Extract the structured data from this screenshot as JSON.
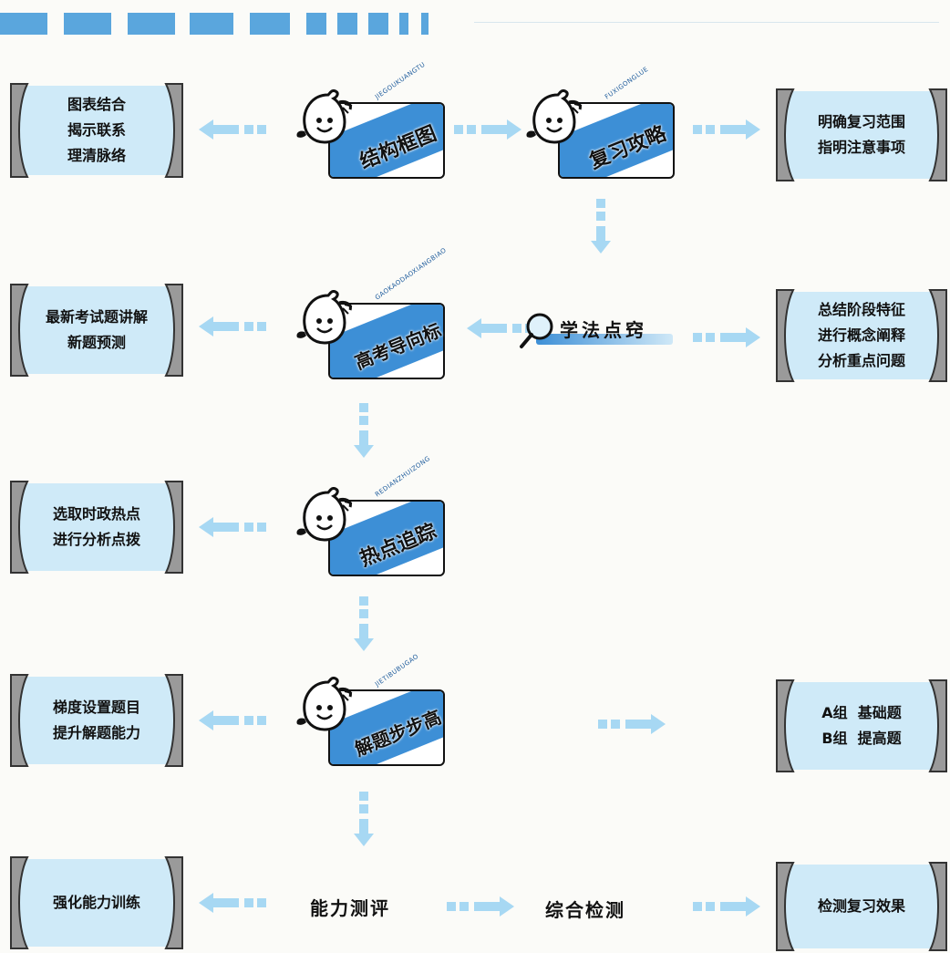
{
  "colors": {
    "box_fill": "#cfeaf8",
    "arrow": "#a7d8f3",
    "accent_blue": "#3d8fd6",
    "bracket": "#9a9a9a"
  },
  "cards": {
    "structure": {
      "pinyin": "JIEGOUKUANGTU",
      "title": "结构框图"
    },
    "strategy": {
      "pinyin": "FUXIGONGLUE",
      "title": "复习攻略"
    },
    "gaokao": {
      "pinyin": "GAOKAODAOXIANGBIAO",
      "title": "高考导向标"
    },
    "hotspot": {
      "pinyin": "REDIANZHUIZONG",
      "title": "热点追踪"
    },
    "step": {
      "pinyin": "JIETIBUBUGAO",
      "title": "解题步步高"
    }
  },
  "boxes": {
    "chart": [
      "图表结合",
      "揭示联系",
      "理清脉络"
    ],
    "scope": [
      "明确复习范围",
      "指明注意事项"
    ],
    "latest": [
      "最新考试题讲解",
      "新题预测"
    ],
    "summary": [
      "总结阶段特征",
      "进行概念阐释",
      "分析重点问题"
    ],
    "politics": [
      "选取时政热点",
      "进行分析点拨"
    ],
    "gradient": [
      "梯度设置题目",
      "提升解题能力"
    ],
    "groups": [
      "A组  基础题",
      "B组  提高题"
    ],
    "training": [
      "强化能力训练"
    ],
    "effect": [
      "检测复习效果"
    ]
  },
  "method_hint": "学法点窍",
  "ability_test": "能力测评",
  "comprehensive_test": "综合检测"
}
